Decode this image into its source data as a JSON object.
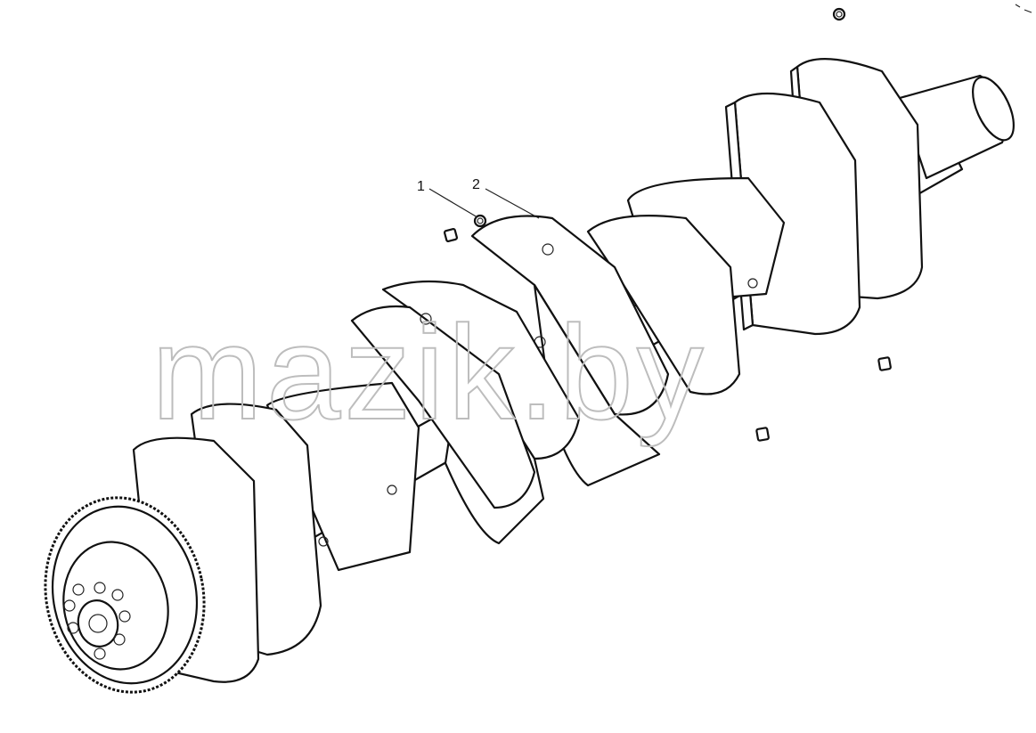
{
  "diagram": {
    "callouts": [
      {
        "label": "1"
      },
      {
        "label": "2"
      }
    ],
    "watermark": "mazik.by"
  },
  "colors": {
    "line": "#111111",
    "background": "#ffffff",
    "watermark": "#bdbdbd"
  }
}
